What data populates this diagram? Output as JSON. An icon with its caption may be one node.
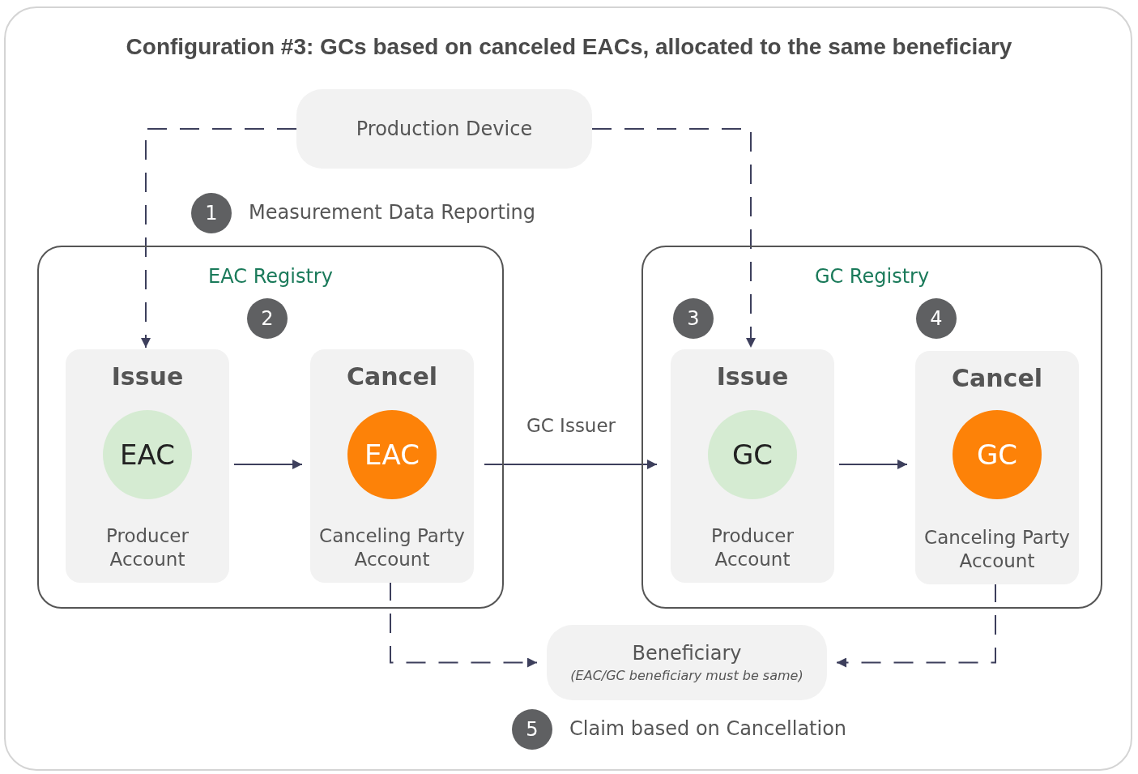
{
  "diagram": {
    "title": "Configuration #3: GCs based on canceled EACs, allocated to the same beneficiary",
    "nodes": [
      {
        "text": [
          "Production Device"
        ]
      },
      {
        "text": [
          "1"
        ],
        "beside": [
          "Measurement Data Reporting"
        ]
      },
      {
        "text": [
          "EAC Registry"
        ]
      },
      {
        "text": [
          "2"
        ],
        "in": 2
      },
      {
        "text": [
          "Issue",
          "Producer Account"
        ],
        "in": 2
      },
      {
        "text": [
          "EAC"
        ],
        "in": 4
      },
      {
        "text": [
          "Cancel",
          "Canceling Party Account"
        ],
        "in": 2
      },
      {
        "text": [
          "EAC"
        ],
        "in": 6
      },
      {
        "text": [
          "GC Registry"
        ]
      },
      {
        "text": [
          "3"
        ],
        "in": 8
      },
      {
        "text": [
          "4"
        ],
        "in": 8
      },
      {
        "text": [
          "Issue",
          "Producer Account"
        ],
        "in": 8
      },
      {
        "text": [
          "GC"
        ],
        "in": 11
      },
      {
        "text": [
          "Cancel",
          "Canceling Party Account"
        ],
        "in": 8
      },
      {
        "text": [
          "GC"
        ],
        "in": 13
      },
      {
        "text": [
          "Beneficiary",
          "(EAC/GC beneficiary must be same)"
        ]
      },
      {
        "text": [
          "5"
        ],
        "beside": [
          "Claim based on Cancellation"
        ]
      }
    ],
    "edges": [
      {
        "from": 0,
        "to": 4,
        "arrow": "to",
        "style": "dashed"
      },
      {
        "from": 0,
        "to": 11,
        "arrow": "to",
        "style": "dashed"
      },
      {
        "from": 4,
        "to": 6,
        "arrow": "to"
      },
      {
        "from": 6,
        "to": 11,
        "arrow": "to",
        "label": "GC Issuer"
      },
      {
        "from": 11,
        "to": 13,
        "arrow": "to"
      },
      {
        "from": 6,
        "to": 15,
        "arrow": "to",
        "style": "dashed"
      },
      {
        "from": 13,
        "to": 15,
        "arrow": "to",
        "style": "dashed"
      }
    ]
  }
}
